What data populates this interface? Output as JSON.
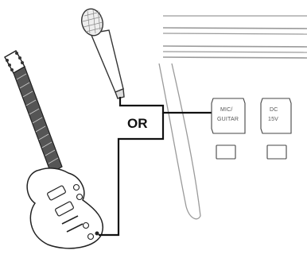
{
  "diagram": {
    "or_label": "OR",
    "jacks": [
      {
        "label_line1": "MIC/",
        "label_line2": "GUITAR"
      },
      {
        "label_line1": "DC",
        "label_line2": "15V"
      }
    ]
  }
}
